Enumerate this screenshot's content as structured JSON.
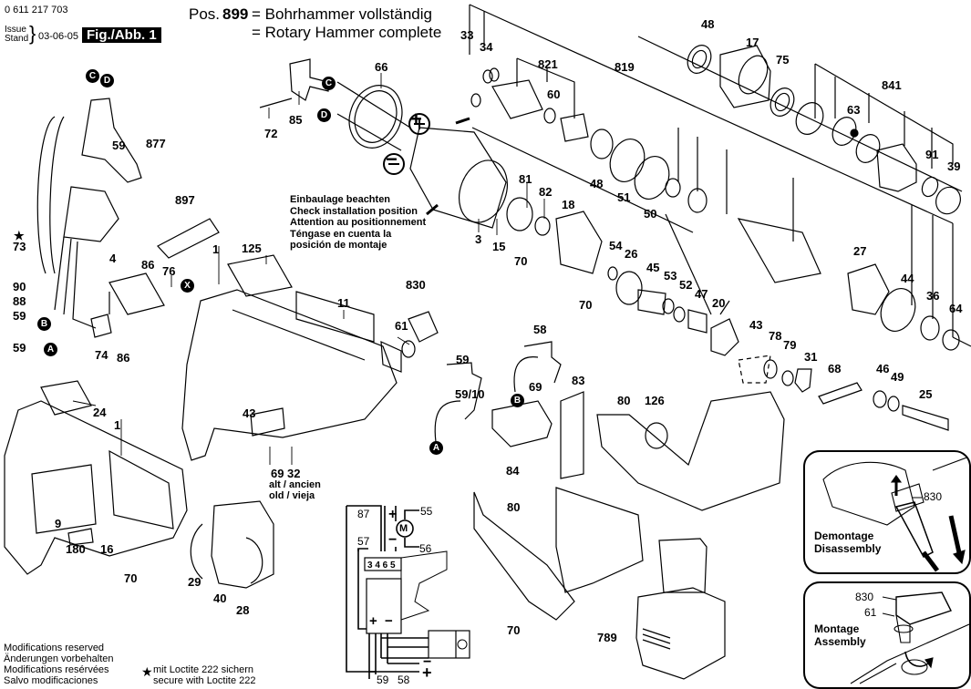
{
  "header": {
    "part_number": "0 611 217 703",
    "issue_label_1": "Issue",
    "issue_label_2": "Stand",
    "issue_date": "03-06-05",
    "figure_label": "Fig./Abb. 1",
    "pos_prefix": "Pos.",
    "pos_number": "899",
    "pos_desc_de": "= Bohrhammer vollständig",
    "pos_desc_en": "= Rotary Hammer complete"
  },
  "installation_note": [
    "Einbaulage beachten",
    "Check installation position",
    "Attention au positionnement",
    "Téngase en cuenta la",
    "posición de montaje"
  ],
  "footer": {
    "modifications": [
      "Modifications reserved",
      "Änderungen vorbehalten",
      "Modifications resérvées",
      "Salvo modificaciones"
    ],
    "loctite_symbol": "★",
    "loctite": [
      "mit Loctite 222 sichern",
      "secure with Loctite 222"
    ]
  },
  "connector_markers": {
    "C": "C",
    "D": "D",
    "A": "A",
    "B": "B",
    "X": "X"
  },
  "old_part_note": [
    "alt / ancien",
    "old / vieja"
  ],
  "polarity": {
    "plus": "+",
    "minus": "−"
  },
  "wiring": {
    "motor": "M",
    "terminals": "3 4 6 5",
    "plus": "+",
    "minus": "−",
    "labels": {
      "w87": "87",
      "w57": "57",
      "w55": "55",
      "w56": "56",
      "w59": "59",
      "w58": "58"
    }
  },
  "insets": {
    "disassembly": {
      "part": "830",
      "label_de": "Demontage",
      "label_en": "Disassembly"
    },
    "assembly": {
      "part_1": "830",
      "part_2": "61",
      "label_de": "Montage",
      "label_en": "Assembly"
    }
  },
  "callouts": {
    "p33": "33",
    "p34": "34",
    "p821": "821",
    "p60": "60",
    "p819": "819",
    "p48a": "48",
    "p17": "17",
    "p75": "75",
    "p841": "841",
    "p63": "63",
    "p91": "91",
    "p39": "39",
    "p66": "66",
    "p85": "85",
    "p72": "72",
    "p877": "877",
    "p59a": "59",
    "p897": "897",
    "p73": "73",
    "p4": "4",
    "p90": "90",
    "p88": "88",
    "p59b": "59",
    "p59c": "59",
    "p74": "74",
    "p86a": "86",
    "p86b": "86",
    "p76": "76",
    "p3": "3",
    "p15": "15",
    "p81": "81",
    "p82": "82",
    "p18": "18",
    "p48b": "48",
    "p51": "51",
    "p50": "50",
    "p70a": "70",
    "p70b": "70",
    "p54": "54",
    "p26": "26",
    "p45": "45",
    "p53": "53",
    "p52": "52",
    "p47": "47",
    "p20": "20",
    "p27": "27",
    "p44": "44",
    "p36": "36",
    "p64": "64",
    "p43a": "43",
    "p78": "78",
    "p79": "79",
    "p31": "31",
    "p68": "68",
    "p46": "46",
    "p49": "49",
    "p25": "25",
    "p1a": "1",
    "p125": "125",
    "p11": "11",
    "p830": "830",
    "p61": "61",
    "p43b": "43",
    "p69a": "69",
    "p32": "32",
    "p24": "24",
    "p1b": "1",
    "p9": "9",
    "p180": "180",
    "p16": "16",
    "p70c": "70",
    "p29": "29",
    "p40": "40",
    "p28": "28",
    "p59d": "59",
    "p5910": "59/10",
    "p58": "58",
    "p69b": "69",
    "p83": "83",
    "p84": "84",
    "p80a": "80",
    "p126": "126",
    "p80b": "80",
    "p70d": "70",
    "p789": "789"
  }
}
